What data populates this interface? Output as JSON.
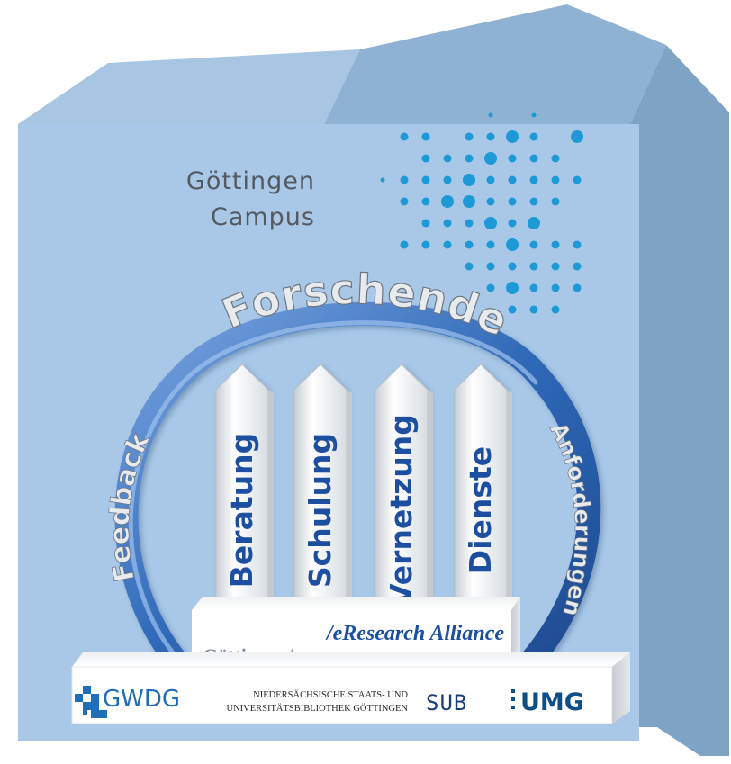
{
  "campus": {
    "line1": "Göttingen",
    "line2": "Campus"
  },
  "arch": {
    "top_label": "Forschende",
    "left_label": "Feedback",
    "right_label": "Anforderungen"
  },
  "pillars": [
    {
      "label": "Beratung"
    },
    {
      "label": "Schulung"
    },
    {
      "label": "Vernetzung"
    },
    {
      "label": "Dienste"
    }
  ],
  "platform": {
    "upper_slash": "/eResearch Alliance",
    "lower_slash": "Göttingen/"
  },
  "base": {
    "gwdg": "GWDG",
    "sub_line1": "NIEDERSÄCHSISCHE STAATS- UND",
    "sub_line2": "UNIVERSITÄTSBIBLIOTHEK GÖTTINGEN",
    "sub_short": "SUB",
    "umg": "UMG"
  },
  "colors": {
    "house_front": "#a9c8e8",
    "house_side": "#7ea3c5",
    "roof_left": "#a6c4e0",
    "roof_right": "#8cb0d2",
    "arch": "#2f68b8",
    "pillar_text": "#1d4fa0",
    "dots": "#1d9ad6",
    "gwdg_blue": "#1f6fb8",
    "umg_blue": "#0d4f86"
  }
}
